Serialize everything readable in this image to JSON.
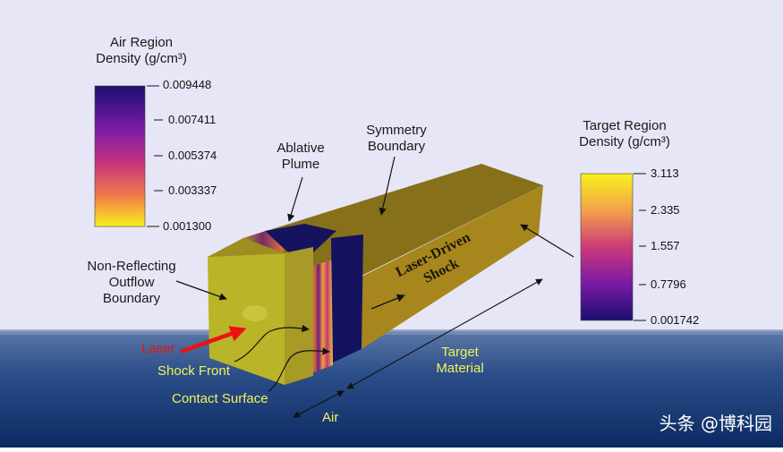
{
  "air_scale": {
    "title_line1": "Air Region",
    "title_line2": "Density (g/cm³)",
    "ticks": [
      "0.009448",
      "0.007411",
      "0.005374",
      "0.003337",
      "0.001300"
    ]
  },
  "target_scale": {
    "title_line1": "Target Region",
    "title_line2": "Density (g/cm³)",
    "ticks": [
      "3.113",
      "2.335",
      "1.557",
      "0.7796",
      "0.001742"
    ]
  },
  "labels": {
    "ablative_1": "Ablative",
    "ablative_2": "Plume",
    "symmetry_1": "Symmetry",
    "symmetry_2": "Boundary",
    "nonreflect_1": "Non-Reflecting",
    "nonreflect_2": "Outflow",
    "nonreflect_3": "Boundary",
    "laser": "Laser",
    "shock_front": "Shock Front",
    "contact_surface": "Contact Surface",
    "air": "Air",
    "target_1": "Target",
    "target_2": "Material",
    "laser_driven_1": "Laser-Driven",
    "laser_driven_2": "Shock"
  },
  "watermark": "头条 @博科园",
  "colors": {
    "sky": "#e6e6f6",
    "sea_top": "#4e6f9e",
    "sea_bottom": "#0b2a63",
    "box_front": "#b9b428",
    "box_top": "#87701a",
    "box_side": "#a7861d",
    "plume": "#14125e",
    "laser_arrow": "#ee1111",
    "yellow_label": "#f2f25a"
  }
}
